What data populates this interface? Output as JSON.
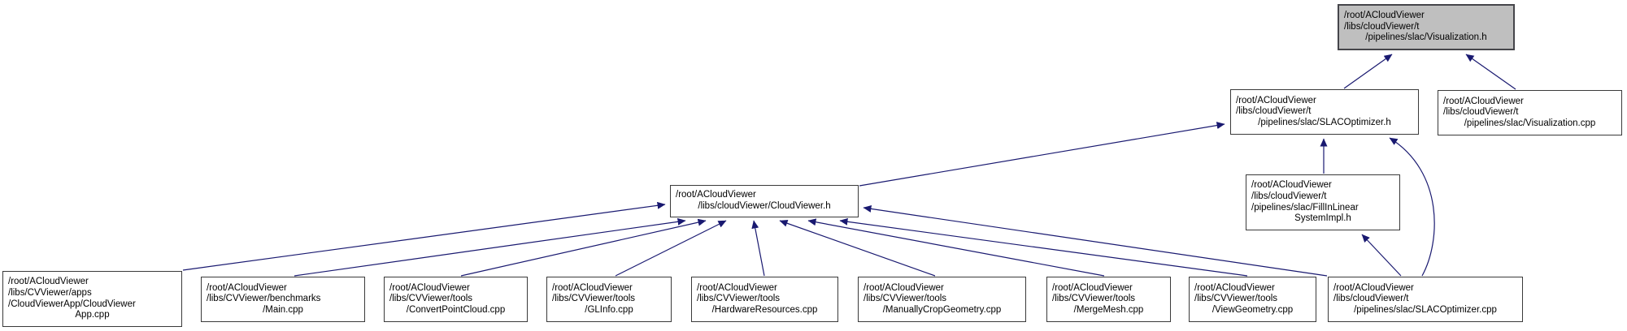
{
  "diagram": {
    "type": "doxygen-include-dependency-graph",
    "colors": {
      "edge": "#191970",
      "node_border": "#3a3a3a",
      "node_fill": "#ffffff",
      "highlight_fill": "#bfbfbf",
      "text": "#000000"
    },
    "nodes": [
      {
        "id": "visualization-h",
        "highlighted": true,
        "lines": [
          "/root/ACloudViewer",
          "/libs/cloudViewer/t",
          "/pipelines/slac/Visualization.h"
        ]
      },
      {
        "id": "slacoptimizer-h",
        "highlighted": false,
        "lines": [
          "/root/ACloudViewer",
          "/libs/cloudViewer/t",
          "/pipelines/slac/SLACOptimizer.h"
        ]
      },
      {
        "id": "visualization-cpp",
        "highlighted": false,
        "lines": [
          "/root/ACloudViewer",
          "/libs/cloudViewer/t",
          "/pipelines/slac/Visualization.cpp"
        ]
      },
      {
        "id": "fillinlinear-h",
        "highlighted": false,
        "lines": [
          "/root/ACloudViewer",
          "/libs/cloudViewer/t",
          "/pipelines/slac/FillInLinear",
          "SystemImpl.h"
        ]
      },
      {
        "id": "cloudviewer-h",
        "highlighted": false,
        "lines": [
          "/root/ACloudViewer",
          "/libs/cloudViewer/CloudViewer.h"
        ]
      },
      {
        "id": "cloudviewerapp-cpp",
        "highlighted": false,
        "lines": [
          "/root/ACloudViewer",
          "/libs/CVViewer/apps",
          "/CloudViewerApp/CloudViewer",
          "App.cpp"
        ]
      },
      {
        "id": "main-cpp",
        "highlighted": false,
        "lines": [
          "/root/ACloudViewer",
          "/libs/CVViewer/benchmarks",
          "/Main.cpp"
        ]
      },
      {
        "id": "convertpointcloud-cpp",
        "highlighted": false,
        "lines": [
          "/root/ACloudViewer",
          "/libs/CVViewer/tools",
          "/ConvertPointCloud.cpp"
        ]
      },
      {
        "id": "glinfo-cpp",
        "highlighted": false,
        "lines": [
          "/root/ACloudViewer",
          "/libs/CVViewer/tools",
          "/GLInfo.cpp"
        ]
      },
      {
        "id": "hardwareresources-cpp",
        "highlighted": false,
        "lines": [
          "/root/ACloudViewer",
          "/libs/CVViewer/tools",
          "/HardwareResources.cpp"
        ]
      },
      {
        "id": "manuallycropgeometry-cpp",
        "highlighted": false,
        "lines": [
          "/root/ACloudViewer",
          "/libs/CVViewer/tools",
          "/ManuallyCropGeometry.cpp"
        ]
      },
      {
        "id": "mergemesh-cpp",
        "highlighted": false,
        "lines": [
          "/root/ACloudViewer",
          "/libs/CVViewer/tools",
          "/MergeMesh.cpp"
        ]
      },
      {
        "id": "viewgeometry-cpp",
        "highlighted": false,
        "lines": [
          "/root/ACloudViewer",
          "/libs/CVViewer/tools",
          "/ViewGeometry.cpp"
        ]
      },
      {
        "id": "slacoptimizer-cpp",
        "highlighted": false,
        "lines": [
          "/root/ACloudViewer",
          "/libs/cloudViewer/t",
          "/pipelines/slac/SLACOptimizer.cpp"
        ]
      }
    ],
    "edges": [
      {
        "from": "slacoptimizer-h",
        "to": "visualization-h"
      },
      {
        "from": "visualization-cpp",
        "to": "visualization-h"
      },
      {
        "from": "cloudviewer-h",
        "to": "slacoptimizer-h"
      },
      {
        "from": "fillinlinear-h",
        "to": "slacoptimizer-h"
      },
      {
        "from": "slacoptimizer-cpp",
        "to": "slacoptimizer-h"
      },
      {
        "from": "slacoptimizer-cpp",
        "to": "fillinlinear-h"
      },
      {
        "from": "cloudviewerapp-cpp",
        "to": "cloudviewer-h"
      },
      {
        "from": "main-cpp",
        "to": "cloudviewer-h"
      },
      {
        "from": "convertpointcloud-cpp",
        "to": "cloudviewer-h"
      },
      {
        "from": "glinfo-cpp",
        "to": "cloudviewer-h"
      },
      {
        "from": "hardwareresources-cpp",
        "to": "cloudviewer-h"
      },
      {
        "from": "manuallycropgeometry-cpp",
        "to": "cloudviewer-h"
      },
      {
        "from": "mergemesh-cpp",
        "to": "cloudviewer-h"
      },
      {
        "from": "viewgeometry-cpp",
        "to": "cloudviewer-h"
      },
      {
        "from": "slacoptimizer-cpp",
        "to": "cloudviewer-h"
      }
    ]
  }
}
